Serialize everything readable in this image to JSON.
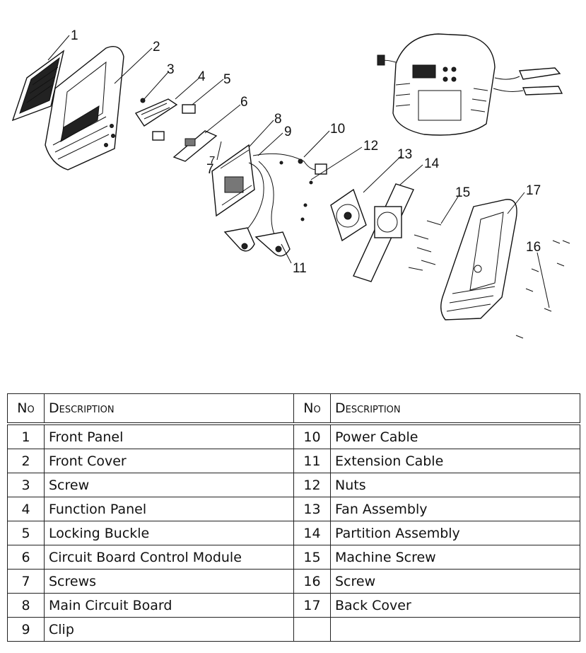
{
  "diagram": {
    "callouts": [
      "1",
      "2",
      "3",
      "4",
      "5",
      "6",
      "7",
      "7",
      "8",
      "9",
      "10",
      "11",
      "12",
      "13",
      "14",
      "15",
      "16",
      "17"
    ]
  },
  "table": {
    "headers": {
      "no": "No",
      "description": "Description"
    },
    "left": [
      {
        "no": "1",
        "desc": "Front Panel"
      },
      {
        "no": "2",
        "desc": "Front Cover"
      },
      {
        "no": "3",
        "desc": "Screw"
      },
      {
        "no": "4",
        "desc": "Function Panel"
      },
      {
        "no": "5",
        "desc": "Locking Buckle"
      },
      {
        "no": "6",
        "desc": "Circuit Board Control Module"
      },
      {
        "no": "7",
        "desc": "Screws"
      },
      {
        "no": "8",
        "desc": "Main Circuit Board"
      },
      {
        "no": "9",
        "desc": "Clip"
      }
    ],
    "right": [
      {
        "no": "10",
        "desc": "Power Cable"
      },
      {
        "no": "11",
        "desc": "Extension Cable"
      },
      {
        "no": "12",
        "desc": "Nuts"
      },
      {
        "no": "13",
        "desc": "Fan Assembly"
      },
      {
        "no": "14",
        "desc": "Partition Assembly"
      },
      {
        "no": "15",
        "desc": "Machine Screw"
      },
      {
        "no": "16",
        "desc": "Screw"
      },
      {
        "no": "17",
        "desc": "Back Cover"
      },
      {
        "no": "",
        "desc": ""
      }
    ]
  }
}
